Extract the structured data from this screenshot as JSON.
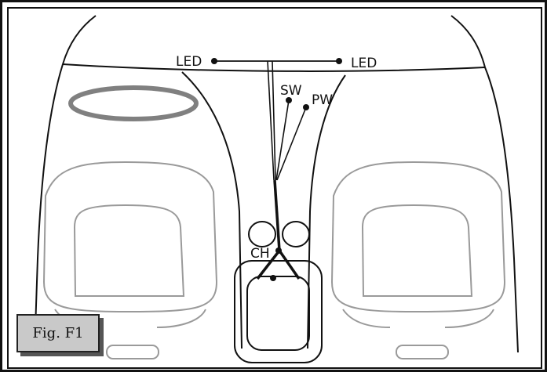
{
  "labels": {
    "led_left": "LED",
    "led_right": "LED",
    "switch": "SW",
    "power": "PW",
    "charge": "CH"
  },
  "figure": {
    "caption": "Fig. F1"
  },
  "colors": {
    "outline": "#111111",
    "seat_outline": "#9a9a9a",
    "ring": "#808080",
    "caption_bg": "#c9c9c9"
  }
}
